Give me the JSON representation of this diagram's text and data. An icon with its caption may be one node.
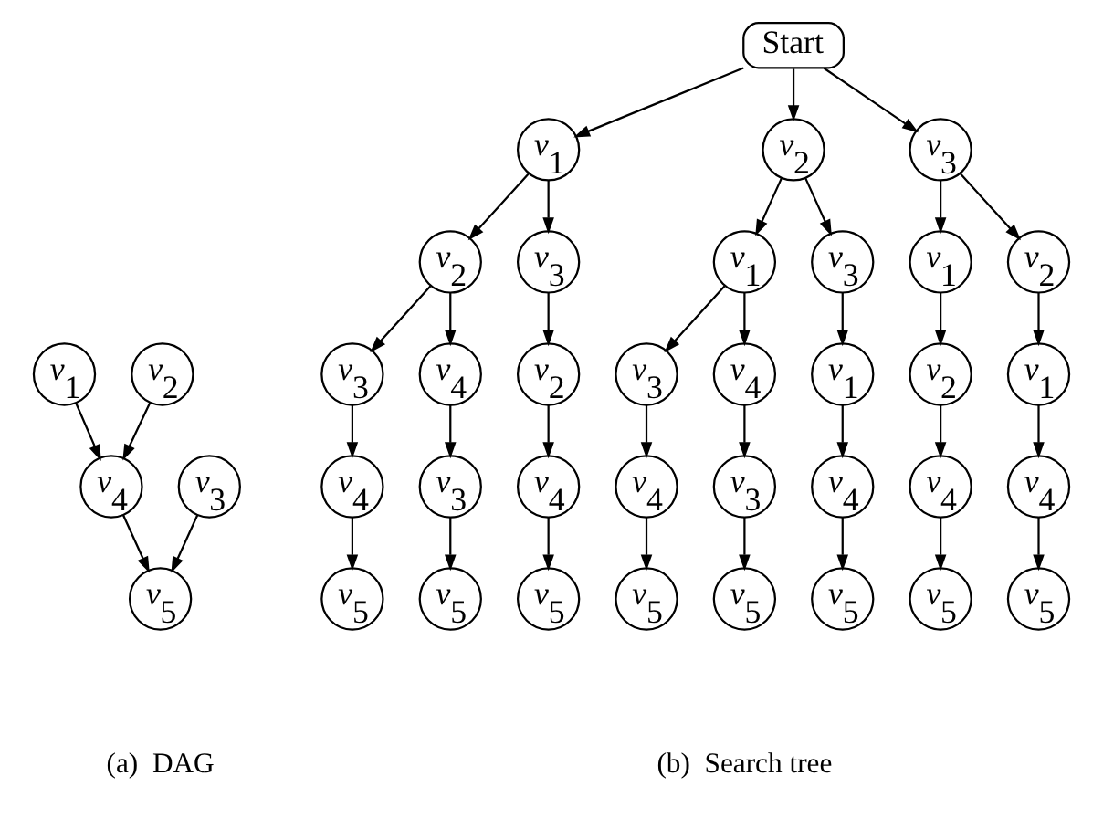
{
  "diagram": {
    "nodes": [
      {
        "text": [
          "Start"
        ]
      },
      {
        "text": [
          "v$_{1}$"
        ]
      },
      {
        "text": [
          "v$_{2}$"
        ]
      },
      {
        "text": [
          "v$_{3}$"
        ]
      },
      {
        "text": [
          "v$_{1}$"
        ]
      },
      {
        "text": [
          "v$_{2}$"
        ]
      },
      {
        "text": [
          "v$_{3}$"
        ]
      },
      {
        "text": [
          "v$_{4}$"
        ]
      },
      {
        "text": [
          "v$_{2}$"
        ]
      },
      {
        "text": [
          "v$_{3}$"
        ]
      },
      {
        "text": [
          "v$_{1}$"
        ]
      },
      {
        "text": [
          "v$_{3}$"
        ]
      },
      {
        "text": [
          "v$_{1}$"
        ]
      },
      {
        "text": [
          "v$_{2}$"
        ]
      },
      {
        "text": [
          "v$_{5}$"
        ]
      },
      {
        "text": [
          "v$_{3}$"
        ]
      },
      {
        "text": [
          "v$_{4}$"
        ]
      },
      {
        "text": [
          "v$_{2}$"
        ]
      },
      {
        "text": [
          "v$_{3}$"
        ]
      },
      {
        "text": [
          "v$_{4}$"
        ]
      },
      {
        "text": [
          "v$_{1}$"
        ]
      },
      {
        "text": [
          "v$_{2}$"
        ]
      },
      {
        "text": [
          "v$_{1}$"
        ]
      },
      {
        "text": [
          "v$_{4}$"
        ]
      },
      {
        "text": [
          "v$_{3}$"
        ]
      },
      {
        "text": [
          "v$_{4}$"
        ]
      },
      {
        "text": [
          "v$_{4}$"
        ]
      },
      {
        "text": [
          "v$_{3}$"
        ]
      },
      {
        "text": [
          "v$_{4}$"
        ]
      },
      {
        "text": [
          "v$_{4}$"
        ]
      },
      {
        "text": [
          "v$_{4}$"
        ]
      },
      {
        "text": [
          "v$_{5}$"
        ]
      },
      {
        "text": [
          "v$_{5}$"
        ]
      },
      {
        "text": [
          "v$_{5}$"
        ]
      },
      {
        "text": [
          "v$_{5}$"
        ]
      },
      {
        "text": [
          "v$_{5}$"
        ]
      },
      {
        "text": [
          "v$_{5}$"
        ]
      },
      {
        "text": [
          "v$_{5}$"
        ]
      },
      {
        "text": [
          "v$_{5}$"
        ]
      }
    ],
    "edges": [
      {
        "from": 1,
        "to": 7,
        "arrow": "to"
      },
      {
        "from": 2,
        "to": 7,
        "arrow": "to"
      },
      {
        "from": 7,
        "to": 14,
        "arrow": "to"
      },
      {
        "from": 3,
        "to": 14,
        "arrow": "to"
      },
      {
        "from": 0,
        "to": 4,
        "arrow": "to"
      },
      {
        "from": 0,
        "to": 5,
        "arrow": "to"
      },
      {
        "from": 0,
        "to": 6,
        "arrow": "to"
      },
      {
        "from": 4,
        "to": 8,
        "arrow": "to"
      },
      {
        "from": 4,
        "to": 9,
        "arrow": "to"
      },
      {
        "from": 5,
        "to": 10,
        "arrow": "to"
      },
      {
        "from": 5,
        "to": 11,
        "arrow": "to"
      },
      {
        "from": 6,
        "to": 12,
        "arrow": "to"
      },
      {
        "from": 6,
        "to": 13,
        "arrow": "to"
      },
      {
        "from": 8,
        "to": 15,
        "arrow": "to"
      },
      {
        "from": 8,
        "to": 16,
        "arrow": "to"
      },
      {
        "from": 9,
        "to": 17,
        "arrow": "to"
      },
      {
        "from": 10,
        "to": 18,
        "arrow": "to"
      },
      {
        "from": 10,
        "to": 19,
        "arrow": "to"
      },
      {
        "from": 11,
        "to": 20,
        "arrow": "to"
      },
      {
        "from": 12,
        "to": 21,
        "arrow": "to"
      },
      {
        "from": 13,
        "to": 22,
        "arrow": "to"
      },
      {
        "from": 15,
        "to": 23,
        "arrow": "to"
      },
      {
        "from": 16,
        "to": 24,
        "arrow": "to"
      },
      {
        "from": 17,
        "to": 25,
        "arrow": "to"
      },
      {
        "from": 18,
        "to": 26,
        "arrow": "to"
      },
      {
        "from": 19,
        "to": 27,
        "arrow": "to"
      },
      {
        "from": 20,
        "to": 28,
        "arrow": "to"
      },
      {
        "from": 21,
        "to": 29,
        "arrow": "to"
      },
      {
        "from": 22,
        "to": 30,
        "arrow": "to"
      },
      {
        "from": 23,
        "to": 31,
        "arrow": "to"
      },
      {
        "from": 24,
        "to": 32,
        "arrow": "to"
      },
      {
        "from": 25,
        "to": 33,
        "arrow": "to"
      },
      {
        "from": 26,
        "to": 34,
        "arrow": "to"
      },
      {
        "from": 27,
        "to": 35,
        "arrow": "to"
      },
      {
        "from": 28,
        "to": 36,
        "arrow": "to"
      },
      {
        "from": 29,
        "to": 37,
        "arrow": "to"
      },
      {
        "from": 30,
        "to": 38,
        "arrow": "to"
      }
    ],
    "labels": [
      "(a)  DAG",
      "(b)  Search tree"
    ]
  }
}
